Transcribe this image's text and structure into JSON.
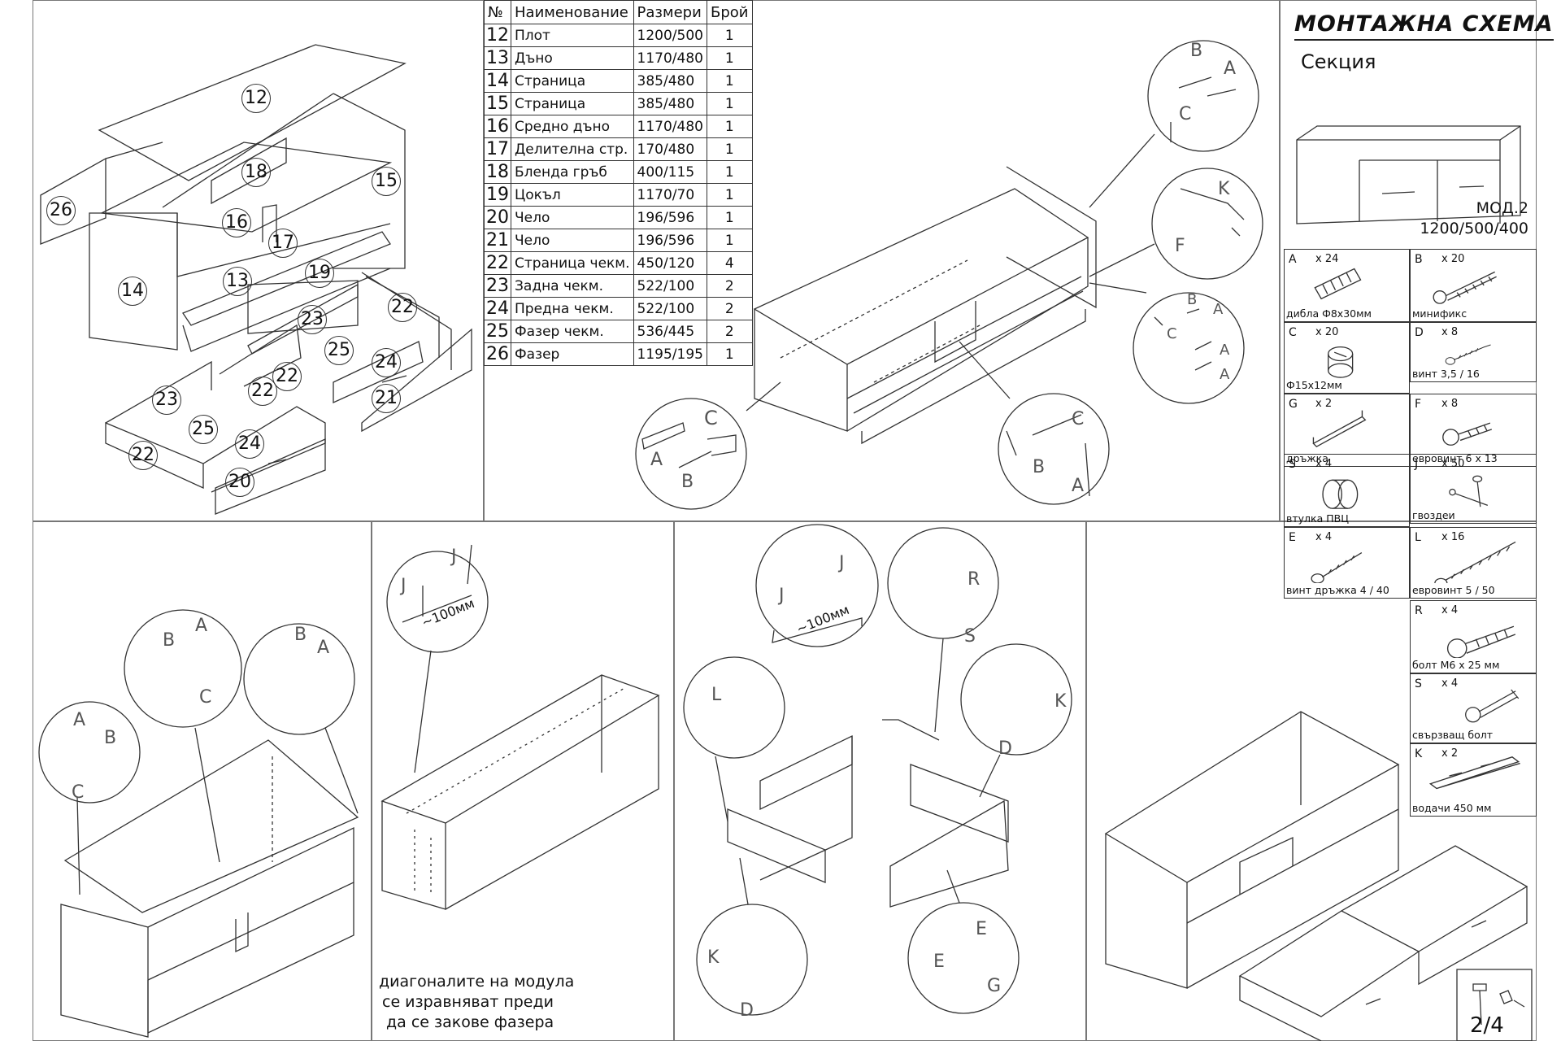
{
  "title": "МОНТАЖНА СХЕМА",
  "subtitle": "Секция",
  "model": {
    "name": "МОД.2",
    "dims": "1200/500/400"
  },
  "parts_table": {
    "headers": [
      "№",
      "Наименование",
      "Размери",
      "Брой"
    ],
    "rows": [
      {
        "no": "12",
        "name": "Плот",
        "size": "1200/500",
        "qty": "1"
      },
      {
        "no": "13",
        "name": "Дъно",
        "size": "1170/480",
        "qty": "1"
      },
      {
        "no": "14",
        "name": "Страница",
        "size": "385/480",
        "qty": "1"
      },
      {
        "no": "15",
        "name": "Страница",
        "size": "385/480",
        "qty": "1"
      },
      {
        "no": "16",
        "name": "Средно дъно",
        "size": "1170/480",
        "qty": "1"
      },
      {
        "no": "17",
        "name": "Делителна стр.",
        "size": "170/480",
        "qty": "1"
      },
      {
        "no": "18",
        "name": "Бленда гръб",
        "size": "400/115",
        "qty": "1"
      },
      {
        "no": "19",
        "name": "Цокъл",
        "size": "1170/70",
        "qty": "1"
      },
      {
        "no": "20",
        "name": "Чело",
        "size": "196/596",
        "qty": "1"
      },
      {
        "no": "21",
        "name": "Чело",
        "size": "196/596",
        "qty": "1"
      },
      {
        "no": "22",
        "name": "Страница чекм.",
        "size": "450/120",
        "qty": "4"
      },
      {
        "no": "23",
        "name": "Задна чекм.",
        "size": "522/100",
        "qty": "2"
      },
      {
        "no": "24",
        "name": "Предна чекм.",
        "size": "522/100",
        "qty": "2"
      },
      {
        "no": "25",
        "name": "Фазер чекм.",
        "size": "536/445",
        "qty": "2"
      },
      {
        "no": "26",
        "name": "Фазер",
        "size": "1195/195",
        "qty": "1"
      }
    ]
  },
  "hardware": [
    {
      "code": "A",
      "qty": "x 24",
      "name": "дибла  Ф8х30мм",
      "icon": "dowel-icon"
    },
    {
      "code": "B",
      "qty": "x 20",
      "name": "минификс",
      "icon": "minifix-bolt-icon"
    },
    {
      "code": "C",
      "qty": "x 20",
      "name": "Ф15х12мм",
      "icon": "cam-lock-icon"
    },
    {
      "code": "D",
      "qty": "x 8",
      "name": "винт 3,5 / 16",
      "icon": "screw-icon"
    },
    {
      "code": "G",
      "qty": "x 2",
      "name": "дръжка",
      "icon": "handle-icon"
    },
    {
      "code": "F",
      "qty": "x 8",
      "name": "евровинт 6 х 13",
      "icon": "euro-screw-icon"
    },
    {
      "code": "S",
      "qty": "x 4",
      "name": "втулка ПВЦ",
      "icon": "pvc-sleeve-icon"
    },
    {
      "code": "J",
      "qty": "x 50",
      "name": "гвоздеи",
      "icon": "nail-icon"
    },
    {
      "code": "E",
      "qty": "x 4",
      "name": "винт дръжка 4 / 40",
      "icon": "handle-screw-icon"
    },
    {
      "code": "L",
      "qty": "x 16",
      "name": "евровинт 5 / 50",
      "icon": "long-euro-screw-icon"
    },
    {
      "code": "R",
      "qty": "x 4",
      "name": "болт М6 х 25 мм",
      "icon": "bolt-icon"
    },
    {
      "code": "S",
      "qty": "x 4",
      "name": "свързващ болт",
      "icon": "connecting-bolt-icon"
    },
    {
      "code": "K",
      "qty": "x 2",
      "name": "водачи 450 мм",
      "icon": "drawer-slide-icon"
    }
  ],
  "part_labels": [
    "12",
    "18",
    "16",
    "15",
    "17",
    "26",
    "14",
    "13",
    "19",
    "23",
    "22",
    "25",
    "24",
    "22",
    "21",
    "23",
    "22",
    "25",
    "24",
    "22",
    "20"
  ],
  "detail_letters": {
    "b": "B",
    "a": "A",
    "c": "C",
    "k": "K",
    "f": "F",
    "d": "D",
    "e": "E",
    "g": "G",
    "j": "J",
    "l": "L",
    "r": "R",
    "s": "S"
  },
  "dimension_label": "~100мм",
  "note": [
    "диагоналите на модула",
    "се изравняват преди",
    "да се закове фазера"
  ],
  "page": "2/4"
}
